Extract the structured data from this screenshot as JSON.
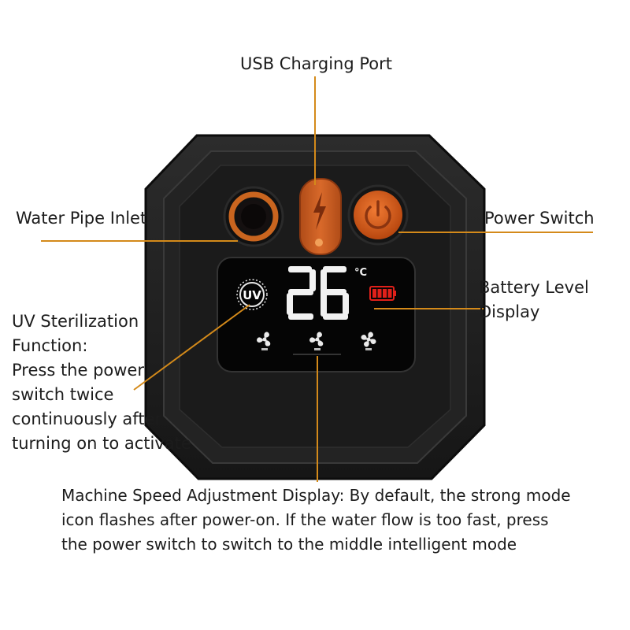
{
  "callouts": {
    "usb_port": "USB Charging Port",
    "water_inlet": "Water Pipe Inlet",
    "power_switch": "Power Switch",
    "battery": [
      "Battery Level",
      "Display"
    ],
    "uv": [
      "UV Sterilization",
      "Function:",
      "Press the power",
      "switch twice",
      "continuously after",
      "turning on to activate"
    ],
    "speed": [
      "Machine Speed Adjustment Display: By default, the strong mode",
      "icon flashes after power-on. If the water flow is too fast, press",
      "the power switch to switch to the middle intelligent mode"
    ]
  },
  "display": {
    "temperature": "26",
    "unit": "°C",
    "uv_badge": "UV",
    "battery_bars": 4
  },
  "colors": {
    "accent_orange": "#d9621e",
    "leader_line": "#d48a1a",
    "body": "#1e1e1e",
    "screen": "#050505",
    "battery_red": "#e0201a"
  }
}
